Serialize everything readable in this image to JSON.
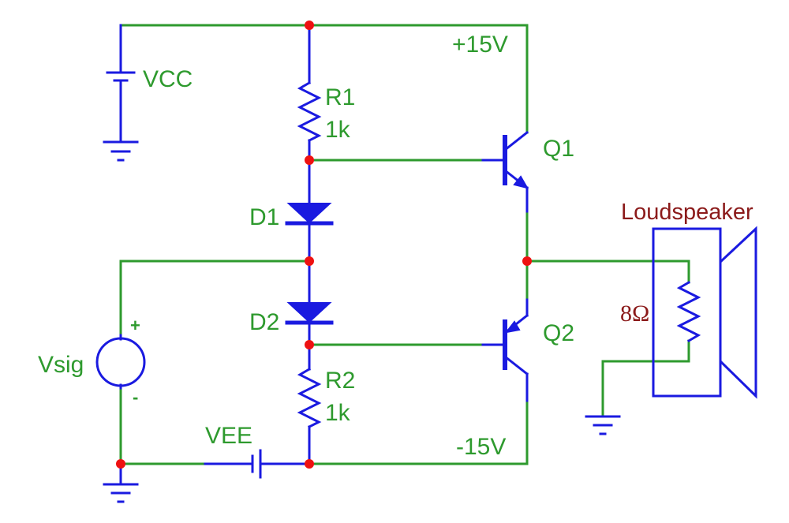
{
  "labels": {
    "vcc": "VCC",
    "plus_rail": "+15V",
    "minus_rail": "-15V",
    "r1_name": "R1",
    "r1_value": "1k",
    "r2_name": "R2",
    "r2_value": "1k",
    "d1": "D1",
    "d2": "D2",
    "q1": "Q1",
    "q2": "Q2",
    "vsig": "Vsig",
    "vee": "VEE",
    "loudspeaker": "Loudspeaker",
    "speaker_impedance": "8Ω",
    "plus_sign": "+",
    "minus_sign": "-"
  },
  "colors": {
    "wire": "#2e9a2e",
    "component": "#1a1ae0",
    "node": "#ee1111",
    "speaker_label": "#8b1a1a"
  }
}
